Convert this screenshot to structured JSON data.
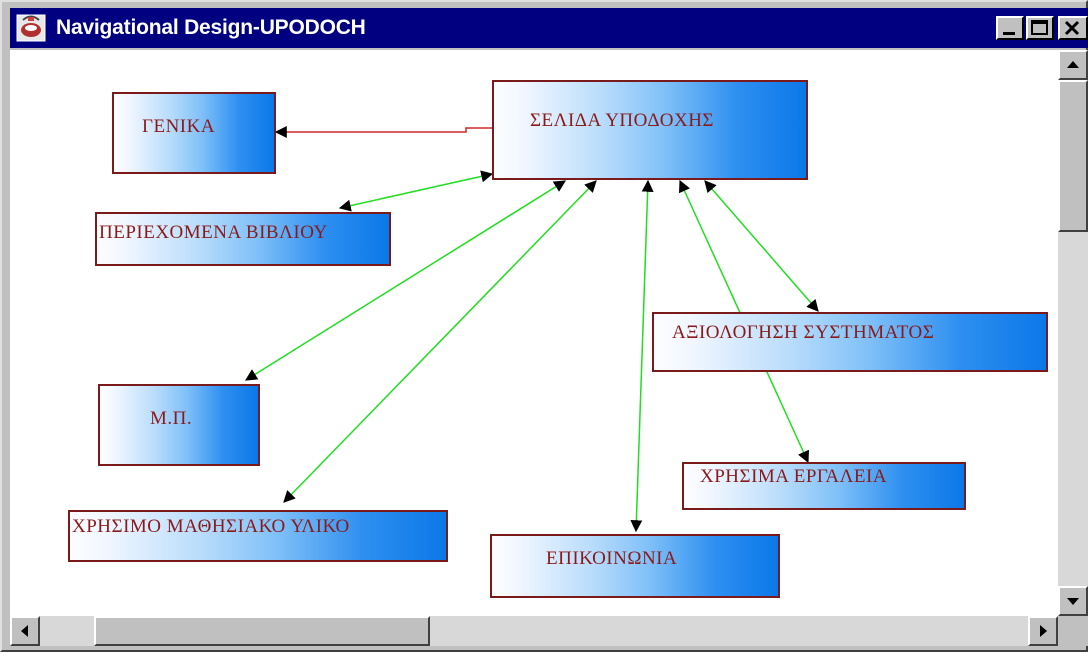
{
  "window": {
    "title": "Navigational Design-UPODOCH",
    "title_bar_color": "#000080",
    "buttons": [
      "minimize",
      "maximize",
      "close"
    ]
  },
  "diagram": {
    "border_color": "#7a1a1a",
    "text_color": "#8a1a1a",
    "link_color_home": "#cc2a2a",
    "link_color": "#22dd22",
    "nodes": {
      "home": "ΣΕΛΙΔΑ ΥΠΟΔΟΧΗΣ",
      "general": "ΓΕΝΙΚΑ",
      "contents": "ΠΕΡΙΕΧΟΜΕΝΑ ΒΙΒΛΙΟΥ",
      "mp": "Μ.Π.",
      "material": "ΧΡΗΣΙΜΟ ΜΑΘΗΣΙΑΚΟ ΥΛΙΚΟ",
      "contact": "ΕΠΙΚΟΙΝΩΝΙΑ",
      "evaluation": "ΑΞΙΟΛΟΓΗΣΗ ΣΥΣΤΗΜΑΤΟΣ",
      "tools": "ΧΡΗΣΙΜΑ ΕΡΓΑΛΕΙΑ"
    }
  }
}
